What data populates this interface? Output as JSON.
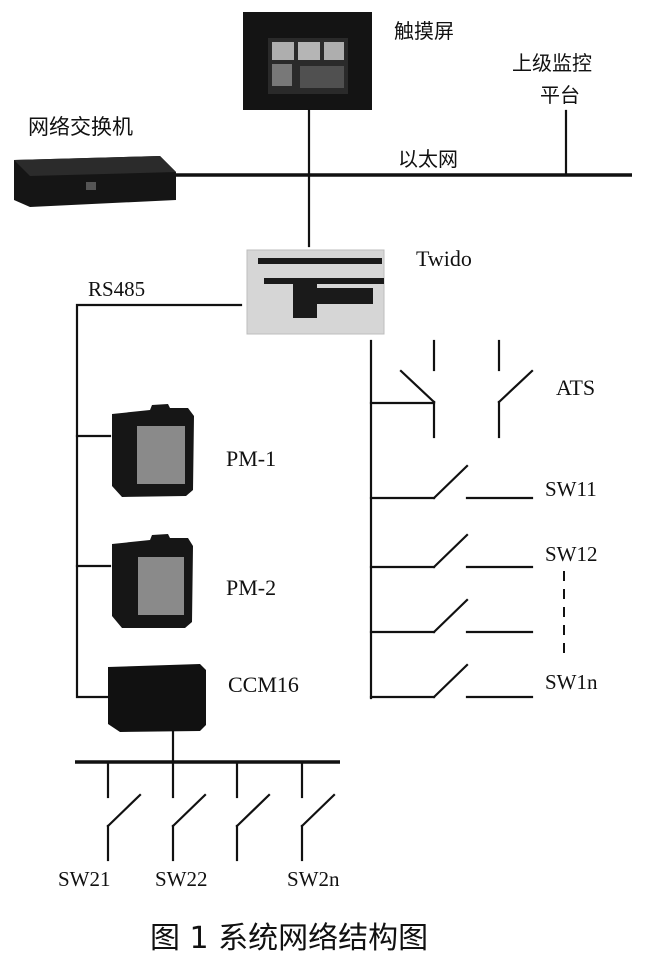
{
  "labels": {
    "touchscreen": "触摸屏",
    "upper_platform_line1": "上级监控",
    "upper_platform_line2": "平台",
    "network_switch": "网络交换机",
    "ethernet": "以太网",
    "plc": "Twido",
    "rs485": "RS485",
    "pm1": "PM-1",
    "pm2": "PM-2",
    "ccm16": "CCM16",
    "ats": "ATS",
    "sw11": "SW11",
    "sw12": "SW12",
    "sw1n": "SW1n",
    "sw21": "SW21",
    "sw22": "SW22",
    "sw2n": "SW2n"
  },
  "caption": "图 1  系统网络结构图",
  "colors": {
    "ink": "#111111",
    "device_dark": "#141414",
    "plc_body": "#d6d6d6",
    "meter_screen": "#8a8a8a"
  }
}
